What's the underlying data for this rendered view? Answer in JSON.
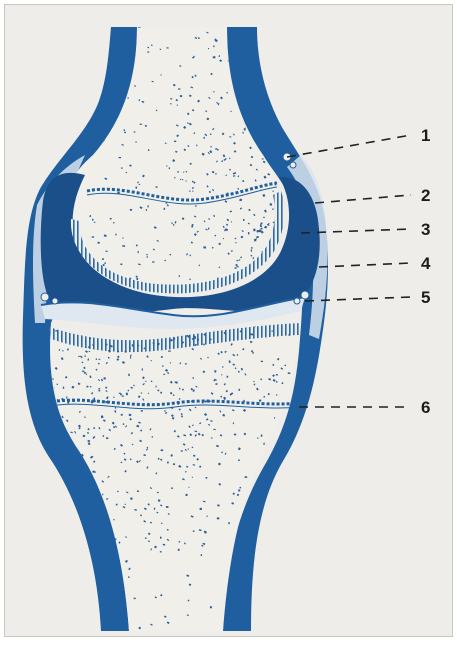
{
  "colors": {
    "background": "#efede9",
    "bone_blue": "#1f5fa0",
    "dark_blue": "#1a4f8a",
    "stipple": "#2a5f99",
    "cartilage_stripe": "#2c6aa8",
    "leader_line": "#222222",
    "label_text": "#1c1c1c"
  },
  "callouts": [
    {
      "number": "1"
    },
    {
      "number": "2"
    },
    {
      "number": "3"
    },
    {
      "number": "4"
    },
    {
      "number": "5"
    },
    {
      "number": "6"
    }
  ]
}
